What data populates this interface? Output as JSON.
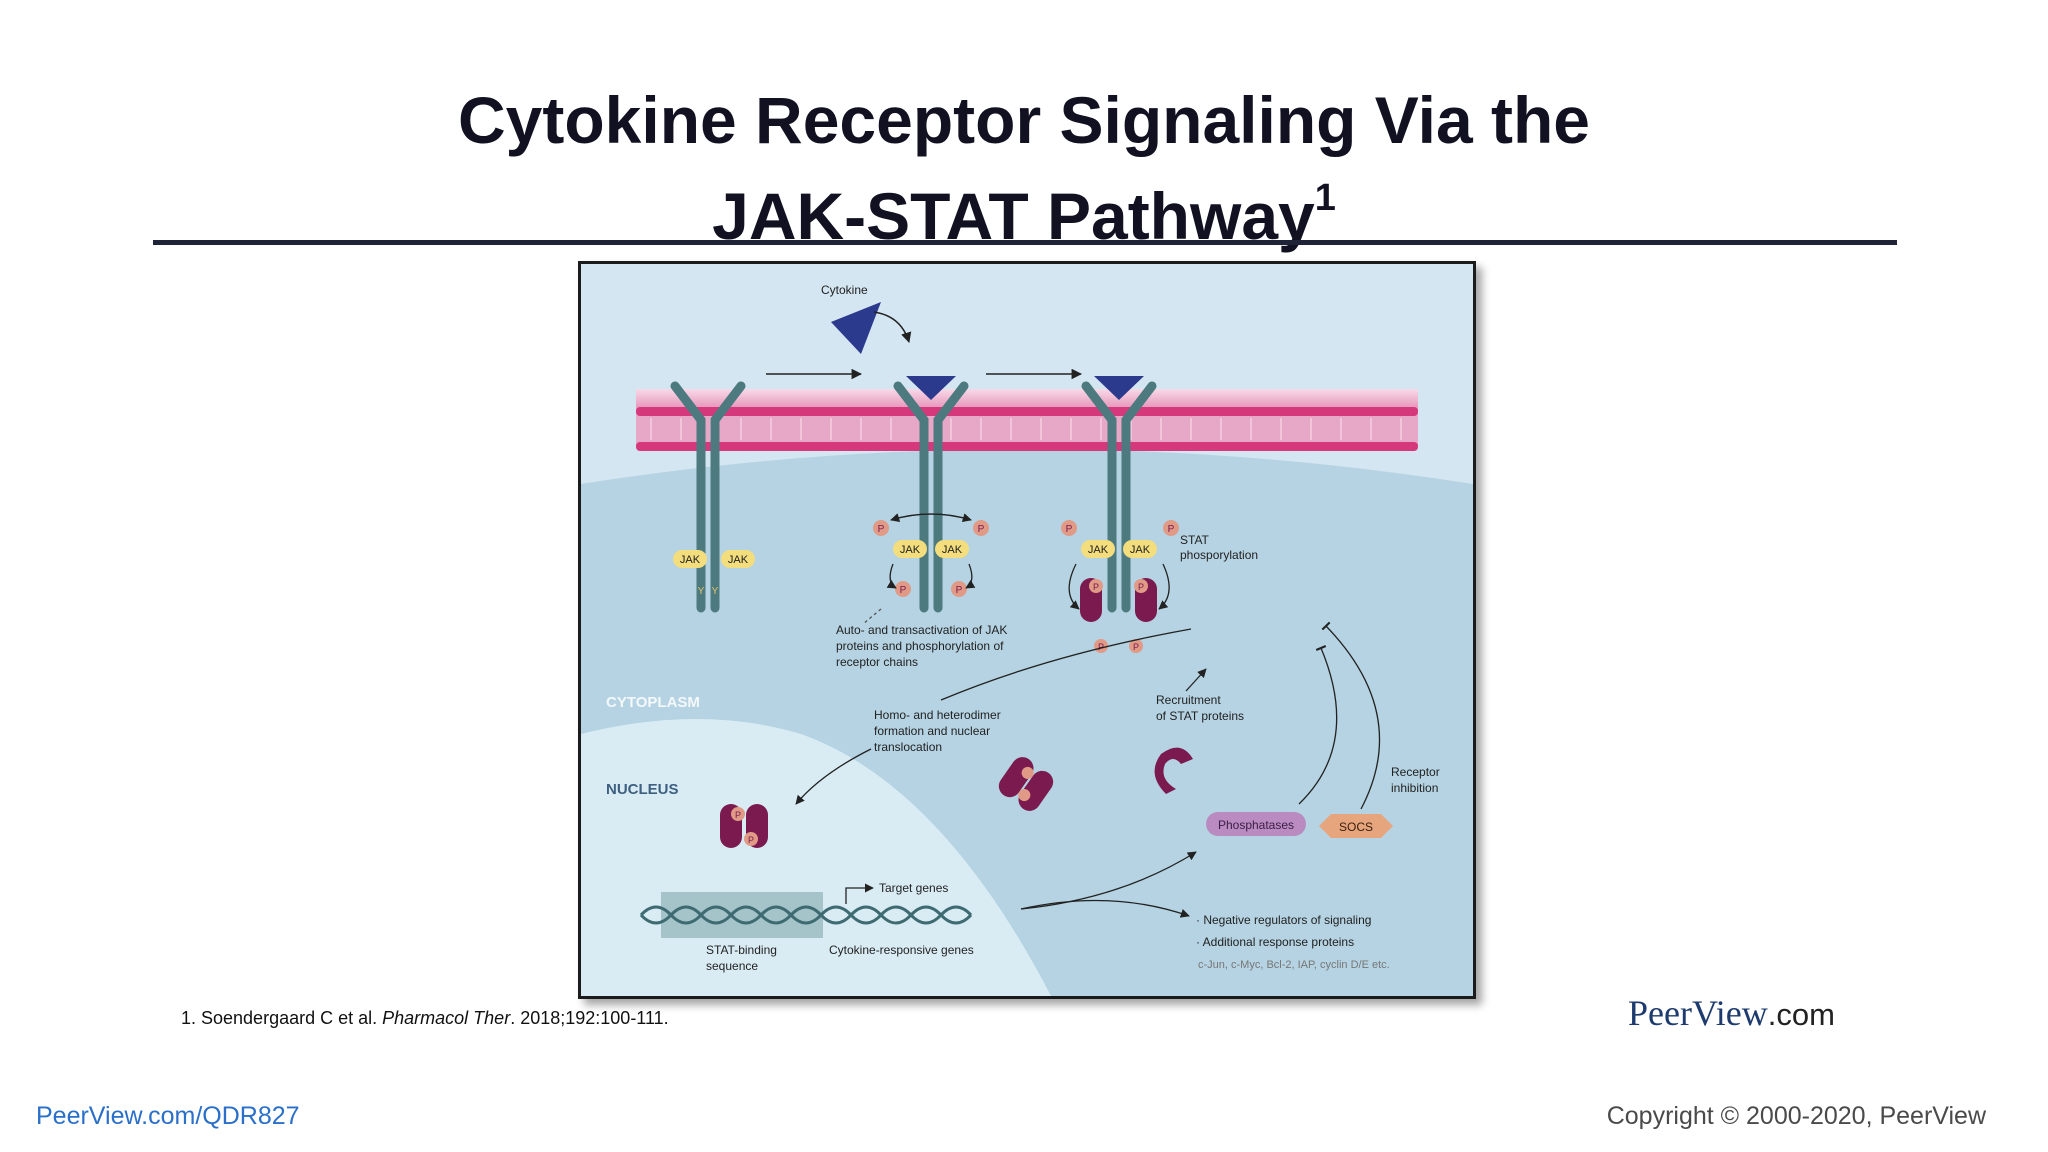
{
  "slide": {
    "title_line1": "Cytokine Receptor Signaling Via the",
    "title_line2": "JAK-STAT Pathway",
    "title_superscript": "1"
  },
  "diagram": {
    "cytokine": "Cytokine",
    "jak": "JAK",
    "p": "P",
    "y": "Y",
    "cytoplasm": "CYTOPLASM",
    "nucleus": "NUCLEUS",
    "auto_trans_1": "Auto- and transactivation of JAK",
    "auto_trans_2": "proteins and phosphorylation of",
    "auto_trans_3": "receptor chains",
    "stat_phos_1": "STAT",
    "stat_phos_2": "phosporylation",
    "recruitment_1": "Recruitment",
    "recruitment_2": "of STAT proteins",
    "homo_1": "Homo- and heterodimer",
    "homo_2": "formation and nuclear",
    "homo_3": "translocation",
    "receptor_inhib_1": "Receptor",
    "receptor_inhib_2": "inhibition",
    "phosphatases": "Phosphatases",
    "socs": "SOCS",
    "target_genes": "Target genes",
    "stat_binding_1": "STAT-binding",
    "stat_binding_2": "sequence",
    "cytokine_responsive": "Cytokine-responsive genes",
    "neg_regulators": "· Negative regulators of signaling",
    "additional": "· Additional response proteins",
    "examples": "c-Jun, c-Myc, Bcl-2, IAP, cyclin D/E etc."
  },
  "citation": {
    "prefix": "1. Soendergaard C et al. ",
    "journal": "Pharmacol Ther",
    "suffix": ". 2018;192:100-111."
  },
  "brand": {
    "name": "PeerView",
    "suffix": ".com"
  },
  "footer": {
    "link": "PeerView.com/QDR827",
    "copyright": "Copyright © 2000-2020, PeerView"
  },
  "colors": {
    "title": "#111122",
    "rule": "#1f2337",
    "receptor": "#4c7a7f",
    "membrane": "#d6387c",
    "cytokine": "#2b3a8c",
    "stat": "#7a1a4f",
    "jak": "#f3dd7d",
    "phospho": "#e09a86",
    "link": "#2a6fc9"
  }
}
